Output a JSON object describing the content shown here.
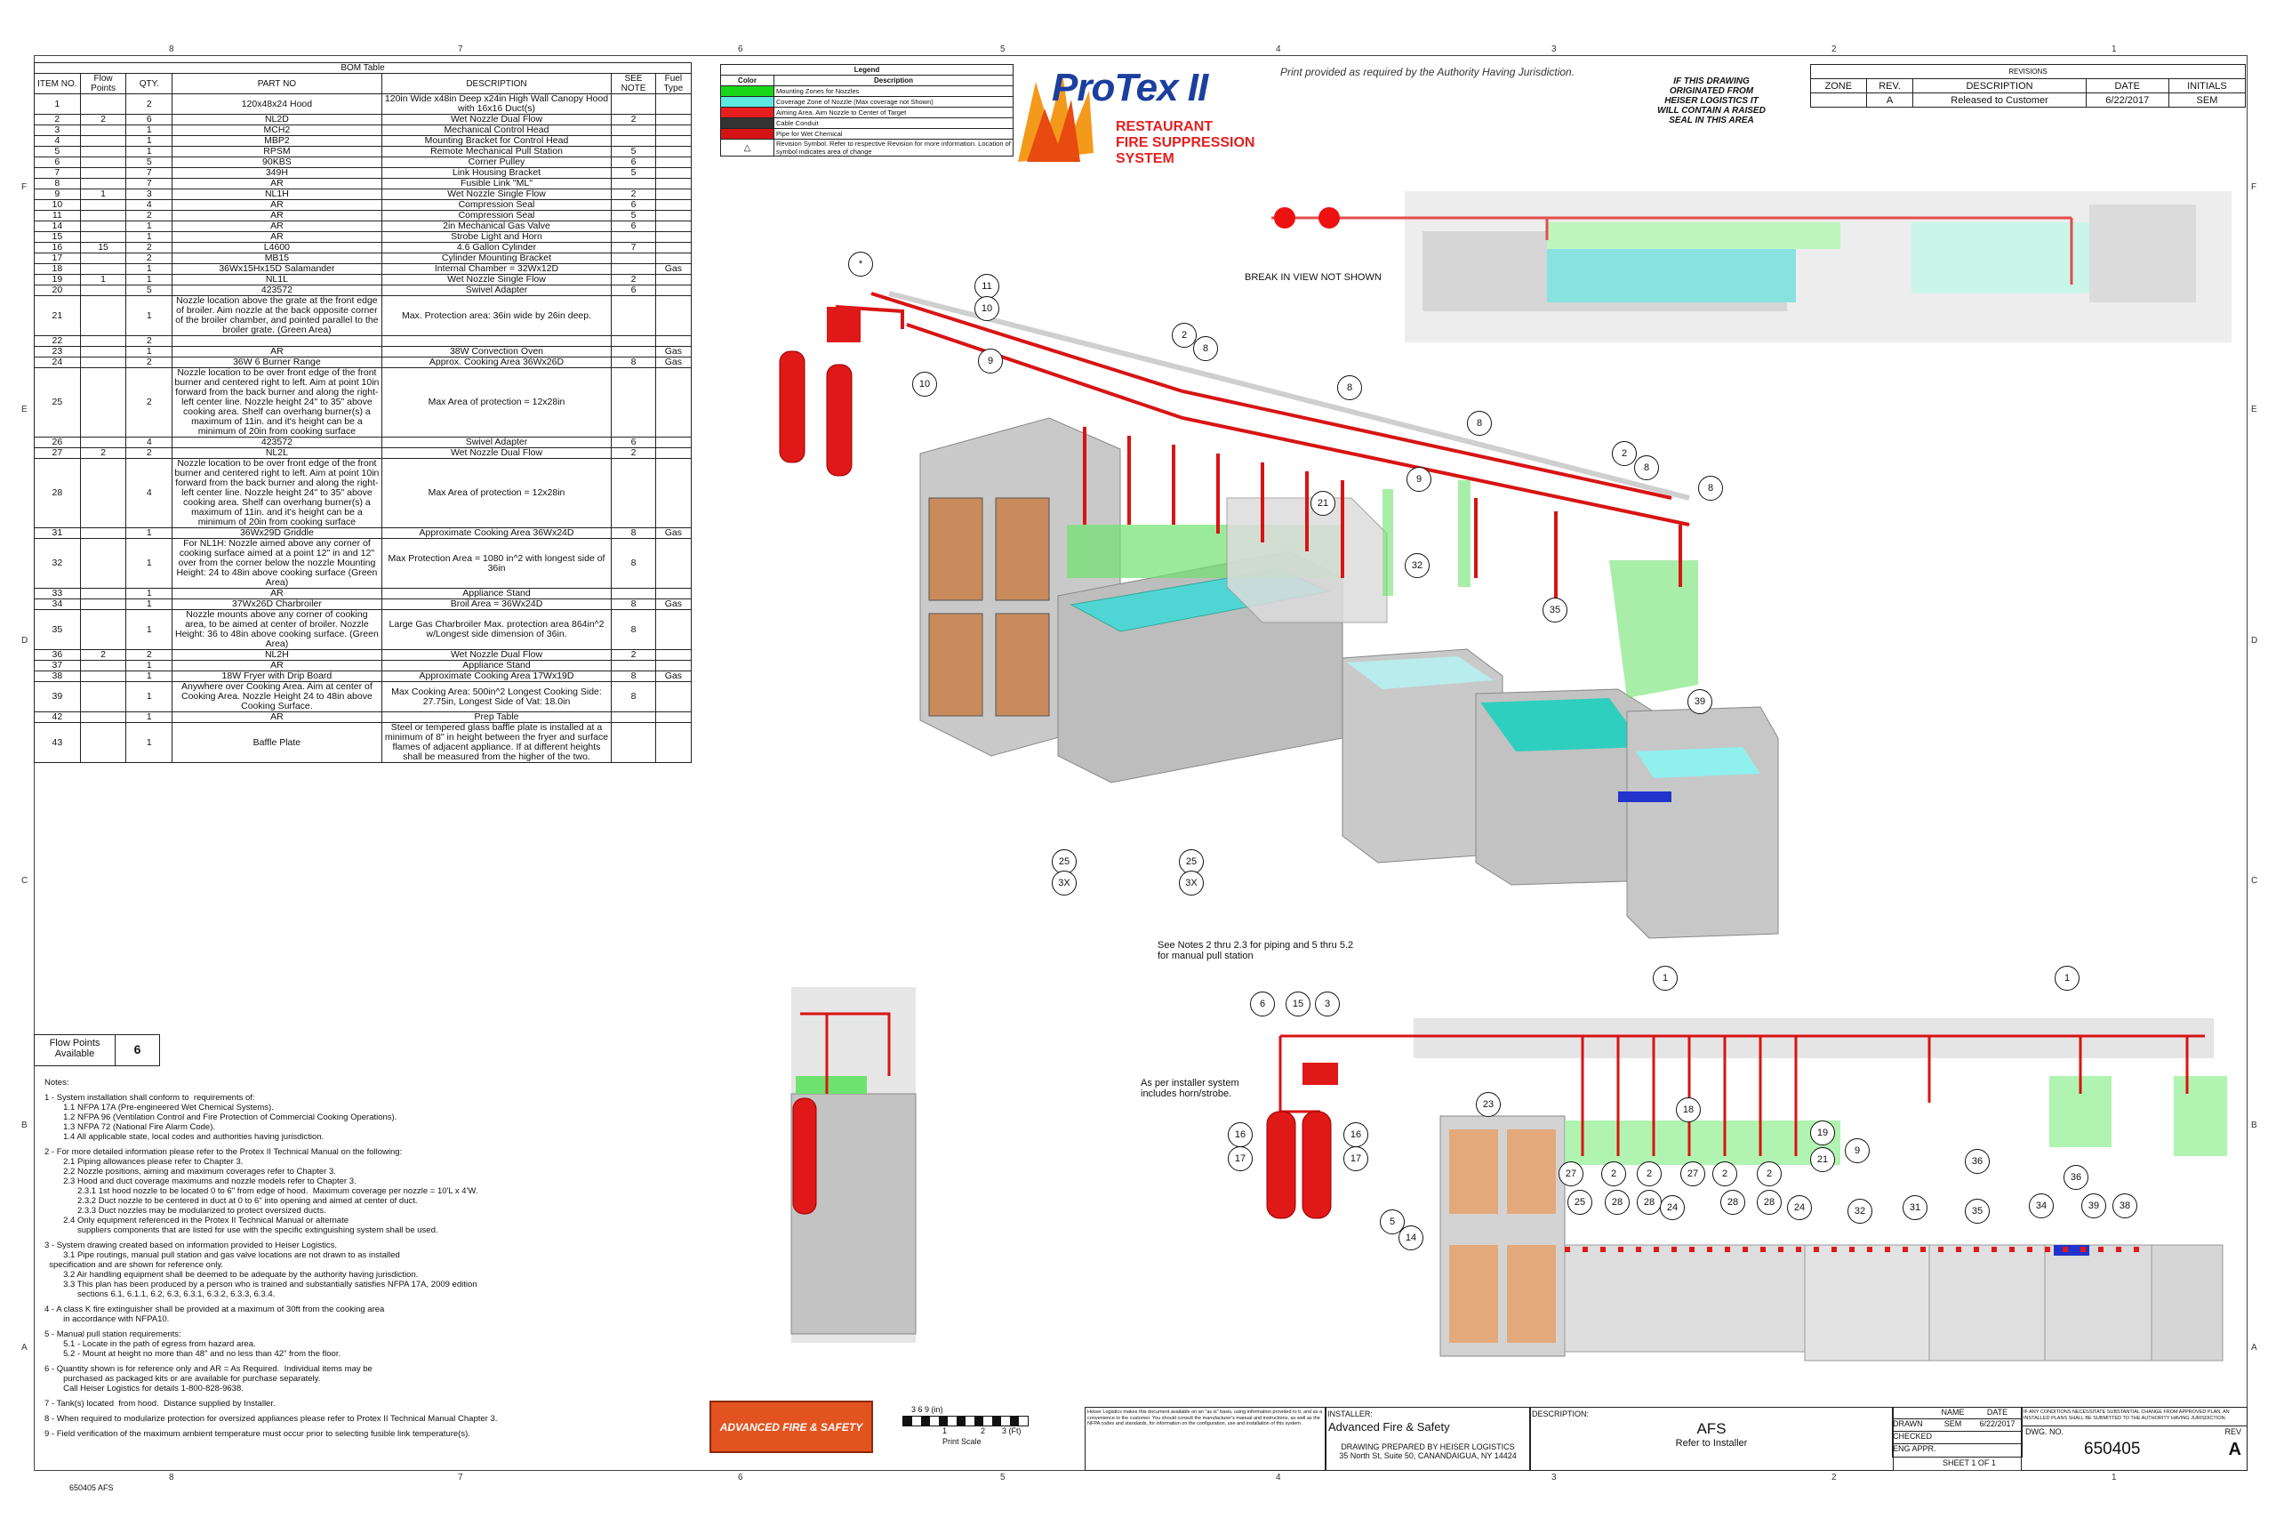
{
  "zone_cols": [
    "8",
    "7",
    "6",
    "5",
    "4",
    "3",
    "2",
    "1"
  ],
  "zone_rows": [
    "F",
    "E",
    "D",
    "C",
    "B",
    "A"
  ],
  "bom": {
    "title": "BOM Table",
    "headers": [
      "ITEM NO.",
      "Flow Points",
      "QTY.",
      "PART NO",
      "DESCRIPTION",
      "SEE NOTE",
      "Fuel Type"
    ],
    "rows": [
      [
        "1",
        "",
        "2",
        "120x48x24 Hood",
        "120in Wide x48in Deep x24in High Wall Canopy Hood with 16x16 Duct(s)",
        "",
        ""
      ],
      [
        "2",
        "2",
        "6",
        "NL2D",
        "Wet Nozzle Dual Flow",
        "2",
        ""
      ],
      [
        "3",
        "",
        "1",
        "MCH2",
        "Mechanical Control Head",
        "",
        ""
      ],
      [
        "4",
        "",
        "1",
        "MBP2",
        "Mounting Bracket for Control Head",
        "",
        ""
      ],
      [
        "5",
        "",
        "1",
        "RPSM",
        "Remote Mechanical Pull Station",
        "5",
        ""
      ],
      [
        "6",
        "",
        "5",
        "90KBS",
        "Corner Pulley",
        "6",
        ""
      ],
      [
        "7",
        "",
        "7",
        "349H",
        "Link Housing Bracket",
        "5",
        ""
      ],
      [
        "8",
        "",
        "7",
        "AR",
        "Fusible Link \"ML\"",
        "",
        ""
      ],
      [
        "9",
        "1",
        "3",
        "NL1H",
        "Wet Nozzle Single Flow",
        "2",
        ""
      ],
      [
        "10",
        "",
        "4",
        "AR",
        "Compression Seal",
        "6",
        ""
      ],
      [
        "11",
        "",
        "2",
        "AR",
        "Compression Seal",
        "5",
        ""
      ],
      [
        "14",
        "",
        "1",
        "AR",
        "2in Mechanical Gas Valve",
        "6",
        ""
      ],
      [
        "15",
        "",
        "1",
        "AR",
        "Strobe Light and Horn",
        "",
        ""
      ],
      [
        "16",
        "15",
        "2",
        "L4600",
        "4.6 Gallon Cylinder",
        "7",
        ""
      ],
      [
        "17",
        "",
        "2",
        "MB15",
        "Cylinder Mounting Bracket",
        "",
        ""
      ],
      [
        "18",
        "",
        "1",
        "36Wx15Hx15D Salamander",
        "Internal Chamber = 32Wx12D",
        "",
        "Gas"
      ],
      [
        "19",
        "1",
        "1",
        "NL1L",
        "Wet Nozzle Single Flow",
        "2",
        ""
      ],
      [
        "20",
        "",
        "5",
        "423572",
        "Swivel Adapter",
        "6",
        ""
      ],
      [
        "21",
        "",
        "1",
        "Nozzle location above the grate at the front edge of broiler. Aim nozzle at the back opposite corner of the broiler chamber, and pointed parallel to the broiler grate. (Green Area)",
        "Max. Protection area: 36in wide by 26in deep.",
        "",
        ""
      ],
      [
        "22",
        "",
        "2",
        "",
        "",
        "",
        ""
      ],
      [
        "23",
        "",
        "1",
        "AR",
        "38W Convection Oven",
        "",
        "Gas"
      ],
      [
        "24",
        "",
        "2",
        "36W 6 Burner Range",
        "Approx. Cooking Area 36Wx26D",
        "8",
        "Gas"
      ],
      [
        "25",
        "",
        "2",
        "Nozzle location to be over front edge of the front burner and centered right to left. Aim at point 10in forward from the back burner and along the right-left center line. Nozzle height 24\" to 35\" above cooking area. Shelf can overhang burner(s) a maximum of 11in. and it's height can be a minimum of 20in from cooking surface",
        "Max Area of protection = 12x28in",
        "",
        ""
      ],
      [
        "26",
        "",
        "4",
        "423572",
        "Swivel Adapter",
        "6",
        ""
      ],
      [
        "27",
        "2",
        "2",
        "NL2L",
        "Wet Nozzle Dual Flow",
        "2",
        ""
      ],
      [
        "28",
        "",
        "4",
        "Nozzle location to be over front edge of the front burner and centered right to left. Aim at point 10in forward from the back burner and along the right-left center line. Nozzle height 24\" to 35\" above cooking area. Shelf can overhang burner(s) a maximum of 11in. and it's height can be a minimum of 20in from cooking surface",
        "Max Area of protection = 12x28in",
        "",
        ""
      ],
      [
        "31",
        "",
        "1",
        "36Wx29D Griddle",
        "Approximate Cooking Area 36Wx24D",
        "8",
        "Gas"
      ],
      [
        "32",
        "",
        "1",
        "For NL1H: Nozzle aimed above any corner of cooking surface aimed at a point 12\" in and 12\" over from the corner below the nozzle Mounting Height: 24 to 48in above cooking surface (Green Area)",
        "Max Protection Area = 1080 in^2 with longest side of 36in",
        "8",
        ""
      ],
      [
        "33",
        "",
        "1",
        "AR",
        "Appliance Stand",
        "",
        ""
      ],
      [
        "34",
        "",
        "1",
        "37Wx26D Charbroiler",
        "Broil Area = 36Wx24D",
        "8",
        "Gas"
      ],
      [
        "35",
        "",
        "1",
        "Nozzle mounts above any corner of cooking area, to be aimed at center of broiler. Nozzle Height: 36 to 48in above cooking surface. (Green Area)",
        "Large Gas Charbroiler Max. protection area 864in^2 w/Longest side dimension of 36in.",
        "8",
        ""
      ],
      [
        "36",
        "2",
        "2",
        "NL2H",
        "Wet Nozzle Dual Flow",
        "2",
        ""
      ],
      [
        "37",
        "",
        "1",
        "AR",
        "Appliance Stand",
        "",
        ""
      ],
      [
        "38",
        "",
        "1",
        "18W Fryer with Drip Board",
        "Approximate Cooking Area 17Wx19D",
        "8",
        "Gas"
      ],
      [
        "39",
        "",
        "1",
        "Anywhere over Cooking Area. Aim at center of Cooking Area. Nozzle Height 24 to 48in above Cooking Surface.",
        "Max Cooking Area: 500in^2 Longest Cooking Side: 27.75in, Longest Side of Vat: 18.0in",
        "8",
        ""
      ],
      [
        "42",
        "",
        "1",
        "AR",
        "Prep Table",
        "",
        ""
      ],
      [
        "43",
        "",
        "1",
        "Baffle Plate",
        "Steel or tempered glass baffle plate is installed at a minimum of 8\" in height between the fryer and surface flames of adjacent appliance. If at different heights shall be measured from the higher of the two.",
        "",
        ""
      ]
    ]
  },
  "flow_points": {
    "label": "Flow Points Available",
    "value": "6"
  },
  "legend": {
    "title": "Legend",
    "headers": [
      "Color",
      "Description"
    ],
    "rows": [
      {
        "color": "#19d619",
        "text": "Mounting Zones for Nozzles"
      },
      {
        "color": "#5ee8e0",
        "text": "Coverage Zone of Nozzle (Max coverage not Shown)"
      },
      {
        "color": "#e81e1e",
        "text": "Aiming Area.  Aim Nozzle to Center of Target"
      },
      {
        "color": "#333333",
        "text": "Cable Conduit"
      },
      {
        "color": "#d41414",
        "text": "Pipe for Wet Chemical"
      },
      {
        "color": "#ffffff",
        "text": "Revision Symbol.  Refer to respective Revision for more information.  Location of symbol indicates area of change"
      }
    ]
  },
  "brand": {
    "logo": "ProTex II",
    "tag1": "RESTAURANT",
    "tag2": "FIRE SUPPRESSION",
    "tag3": "SYSTEM",
    "print_note": "Print provided as required by the Authority Having Jurisdiction.",
    "seal_note": "IF THIS DRAWING ORIGINATED FROM HEISER LOGISTICS IT WILL CONTAIN A RAISED SEAL IN THIS AREA"
  },
  "revisions": {
    "title": "REVISIONS",
    "headers": [
      "ZONE",
      "REV.",
      "DESCRIPTION",
      "DATE",
      "INITIALS"
    ],
    "rows": [
      [
        "",
        "A",
        "Released to Customer",
        "6/22/2017",
        "SEM"
      ]
    ]
  },
  "view_labels": {
    "break_in_view": "BREAK IN VIEW NOT SHOWN",
    "see_notes": "See Notes 2 thru 2.3 for piping and 5 thru 5.2 for manual pull station",
    "installer_system": "As per installer system includes horn/strobe."
  },
  "callouts_iso": [
    "11",
    "10",
    "9",
    "10",
    "2",
    "8",
    "8",
    "8",
    "9",
    "2",
    "8",
    "8",
    "21",
    "32",
    "35",
    "39",
    "25",
    "3X",
    "25",
    "3X",
    "*"
  ],
  "callouts_front": [
    "1",
    "1",
    "6",
    "15",
    "3",
    "16",
    "17",
    "16",
    "17",
    "5",
    "14",
    "23",
    "18",
    "19",
    "21",
    "9",
    "27",
    "25",
    "2",
    "28",
    "2",
    "28",
    "27",
    "24",
    "2",
    "28",
    "2",
    "28",
    "24",
    "32",
    "31",
    "35",
    "36",
    "34",
    "36",
    "39",
    "38"
  ],
  "notes": {
    "title": "Notes:",
    "lines": [
      "1 - System installation shall conform to  requirements of:",
      "        1.1 NFPA 17A (Pre-engineered Wet Chemical Systems).",
      "        1.2 NFPA 96 (Ventilation Control and Fire Protection of Commercial Cooking Operations).",
      "        1.3 NFPA 72 (National Fire Alarm Code).",
      "        1.4 All applicable state, local codes and authorities having jurisdiction.",
      "",
      "2 - For more detailed information please refer to the Protex II Technical Manual on the following:",
      "        2.1 Piping allowances please refer to Chapter 3.",
      "        2.2 Nozzle positions, aiming and maximum coverages refer to Chapter 3.",
      "        2.3 Hood and duct coverage maximums and nozzle models refer to Chapter 3.",
      "              2.3.1 1st hood nozzle to be located 0 to 6\" from edge of hood.  Maximum coverage per nozzle = 10'L x 4'W.",
      "              2.3.2 Duct nozzle to be centered in duct at 0 to 6\" into opening and aimed at center of duct.",
      "              2.3.3 Duct nozzles may be modularized to protect oversized ducts.",
      "        2.4 Only equipment referenced in the Protex II Technical Manual or alternate",
      "              suppliers components that are listed for use with the specific extinguishing system shall be used.",
      "",
      "3 - System drawing created based on information provided to Heiser Logistics.",
      "        3.1 Pipe routings, manual pull station and gas valve locations are not drawn to as installed",
      "  specification and are shown for reference only.",
      "        3.2 Air handling equipment shall be deemed to be adequate by the authority having jurisdiction.",
      "        3.3 This plan has been produced by a person who is trained and substantially satisfies NFPA 17A, 2009 edition",
      "              sections 6.1, 6.1.1, 6.2, 6.3, 6.3.1, 6.3.2, 6.3.3, 6.3.4.",
      "",
      "4 - A class K fire extinguisher shall be provided at a maximum of 30ft from the cooking area",
      "        in accordance with NFPA10.",
      "",
      "5 - Manual pull station requirements:",
      "        5.1 - Locate in the path of egress from hazard area.",
      "        5.2 - Mount at height no more than 48\" and no less than 42\" from the floor.",
      "",
      "6 - Quantity shown is for reference only and AR = As Required.  Individual items may be",
      "        purchased as packaged kits or are available for purchase separately.",
      "        Call Heiser Logistics for details 1-800-828-9638.",
      "",
      "7 - Tank(s) located  from hood.  Distance supplied by Installer.",
      "",
      "8 - When required to modularize protection for oversized appliances please refer to Protex II Technical Manual Chapter 3.",
      "",
      "9 - Field verification of the maximum ambient temperature must occur prior to selecting fusible link temperature(s)."
    ]
  },
  "scale": {
    "ticks": "3  6  9 (in)",
    "n1": "1",
    "n2": "2",
    "n3": "3 (Ft)",
    "label": "Print Scale"
  },
  "afs_logo": "ADVANCED FIRE & SAFETY",
  "title_block": {
    "installer_label": "INSTALLER:",
    "installer": "Advanced Fire & Safety",
    "prepared_by": "DRAWING PREPARED BY HEISER LOGISTICS",
    "address": "35 North St, Suite 50, CANANDAIGUA, NY 14424",
    "description_label": "DESCRIPTION:",
    "project": "AFS",
    "refer": "Refer to Installer",
    "name_label": "NAME",
    "date_label": "DATE",
    "drawn": "DRAWN",
    "drawn_name": "SEM",
    "drawn_date": "6/22/2017",
    "checked": "CHECKED",
    "eng_appr": "ENG APPR.",
    "approval_note": "IF ANY CONDITIONS NECESSITATE SUBSTANTIAL CHANGE FROM APPROVED PLAN, AN INSTALLED PLANS SHALL BE SUBMITTED TO THE AUTHORITY HAVING JURISDICTION.",
    "dwg_label": "DWG. NO.",
    "dwg_no": "650405",
    "rev_label": "REV",
    "rev": "A",
    "sheet": "SHEET 1 OF 1",
    "disclaimer": "Heiser Logistics makes this document available on an \"as is\" basis, using information provided to it, and as a convenience to the customer. You should consult the manufacturer's manual and instructions, as well as the NFPA codes and standards, for information on the configuration, use and installation of this system."
  },
  "footer_file": "650405 AFS"
}
